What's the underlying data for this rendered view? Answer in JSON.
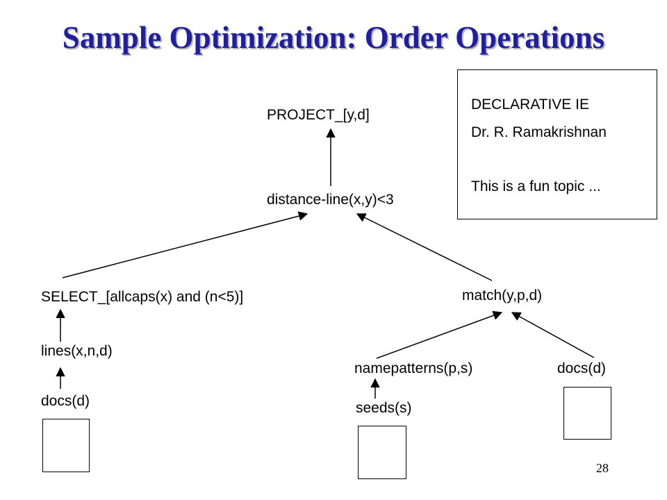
{
  "slide": {
    "title": "Sample Optimization: Order Operations",
    "page_number": "28"
  },
  "nodes": {
    "project": "PROJECT_[y,d]",
    "distance": "distance-line(x,y)<3",
    "select": "SELECT_[allcaps(x) and (n<5)]",
    "lines": "lines(x,n,d)",
    "docs_left": "docs(d)",
    "match": "match(y,p,d)",
    "namepatterns": "namepatterns(p,s)",
    "docs_right": "docs(d)",
    "seeds": "seeds(s)"
  },
  "note": {
    "line1": "DECLARATIVE IE",
    "line2": "Dr. R. Ramakrishnan",
    "line3": "This is a fun topic ..."
  }
}
